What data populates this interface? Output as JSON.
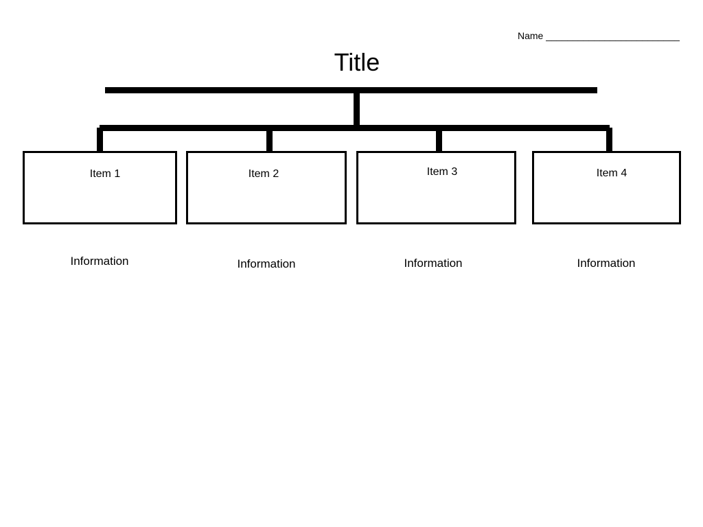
{
  "header": {
    "name_label": "Name _________________________",
    "title": "Title"
  },
  "items": [
    {
      "label": "Item 1",
      "info": "Information"
    },
    {
      "label": "Item 2",
      "info": "Information"
    },
    {
      "label": "Item 3",
      "info": "Information"
    },
    {
      "label": "Item 4",
      "info": "Information"
    }
  ],
  "colors": {
    "line": "#000000",
    "background": "#ffffff"
  }
}
